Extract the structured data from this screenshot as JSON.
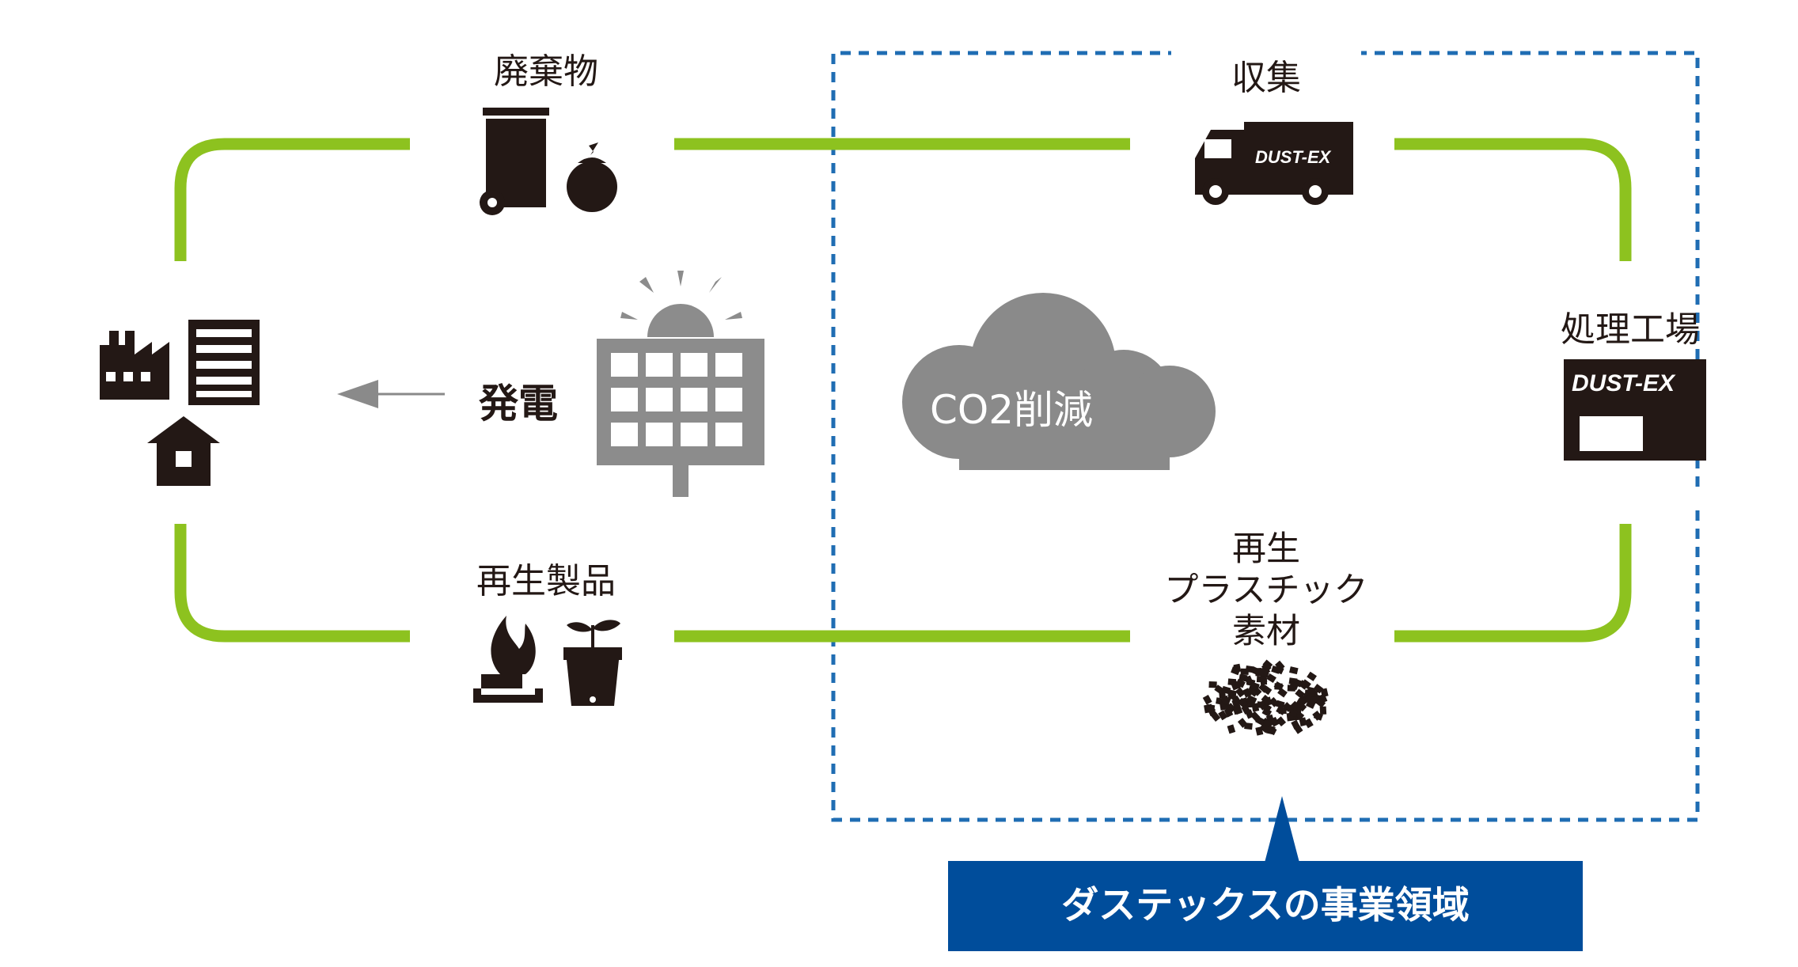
{
  "labels": {
    "waste": "廃棄物",
    "collection": "収集",
    "power_generation": "発電",
    "treatment_plant": "処理工場",
    "recycled_products": "再生製品",
    "recycled_plastic_line1": "再生",
    "recycled_plastic_line2": "プラスチック",
    "recycled_plastic_line3": "素材",
    "co2_reduction": "CO2削減",
    "business_scope": "ダステックスの事業領域",
    "truck_brand": "DUST-EX",
    "plant_brand": "DUST-EX"
  },
  "colors": {
    "cycle_line": "#8dc21f",
    "scope_dash": "#1f6db3",
    "scope_box": "#004d9b",
    "cloud": "#888888",
    "icon_dark": "#231815",
    "icon_gray": "#8c8c8c",
    "arrow": "#8a8a8a"
  },
  "icons": [
    "factory-icon",
    "document-icon",
    "house-icon",
    "trash-bin-icon",
    "garbage-bag-icon",
    "solar-panel-icon",
    "sun-icon",
    "truck-icon",
    "plant-building-icon",
    "fire-icon",
    "sprout-pot-icon",
    "plastic-pellets-icon",
    "cloud-icon",
    "arrow-left-icon"
  ]
}
